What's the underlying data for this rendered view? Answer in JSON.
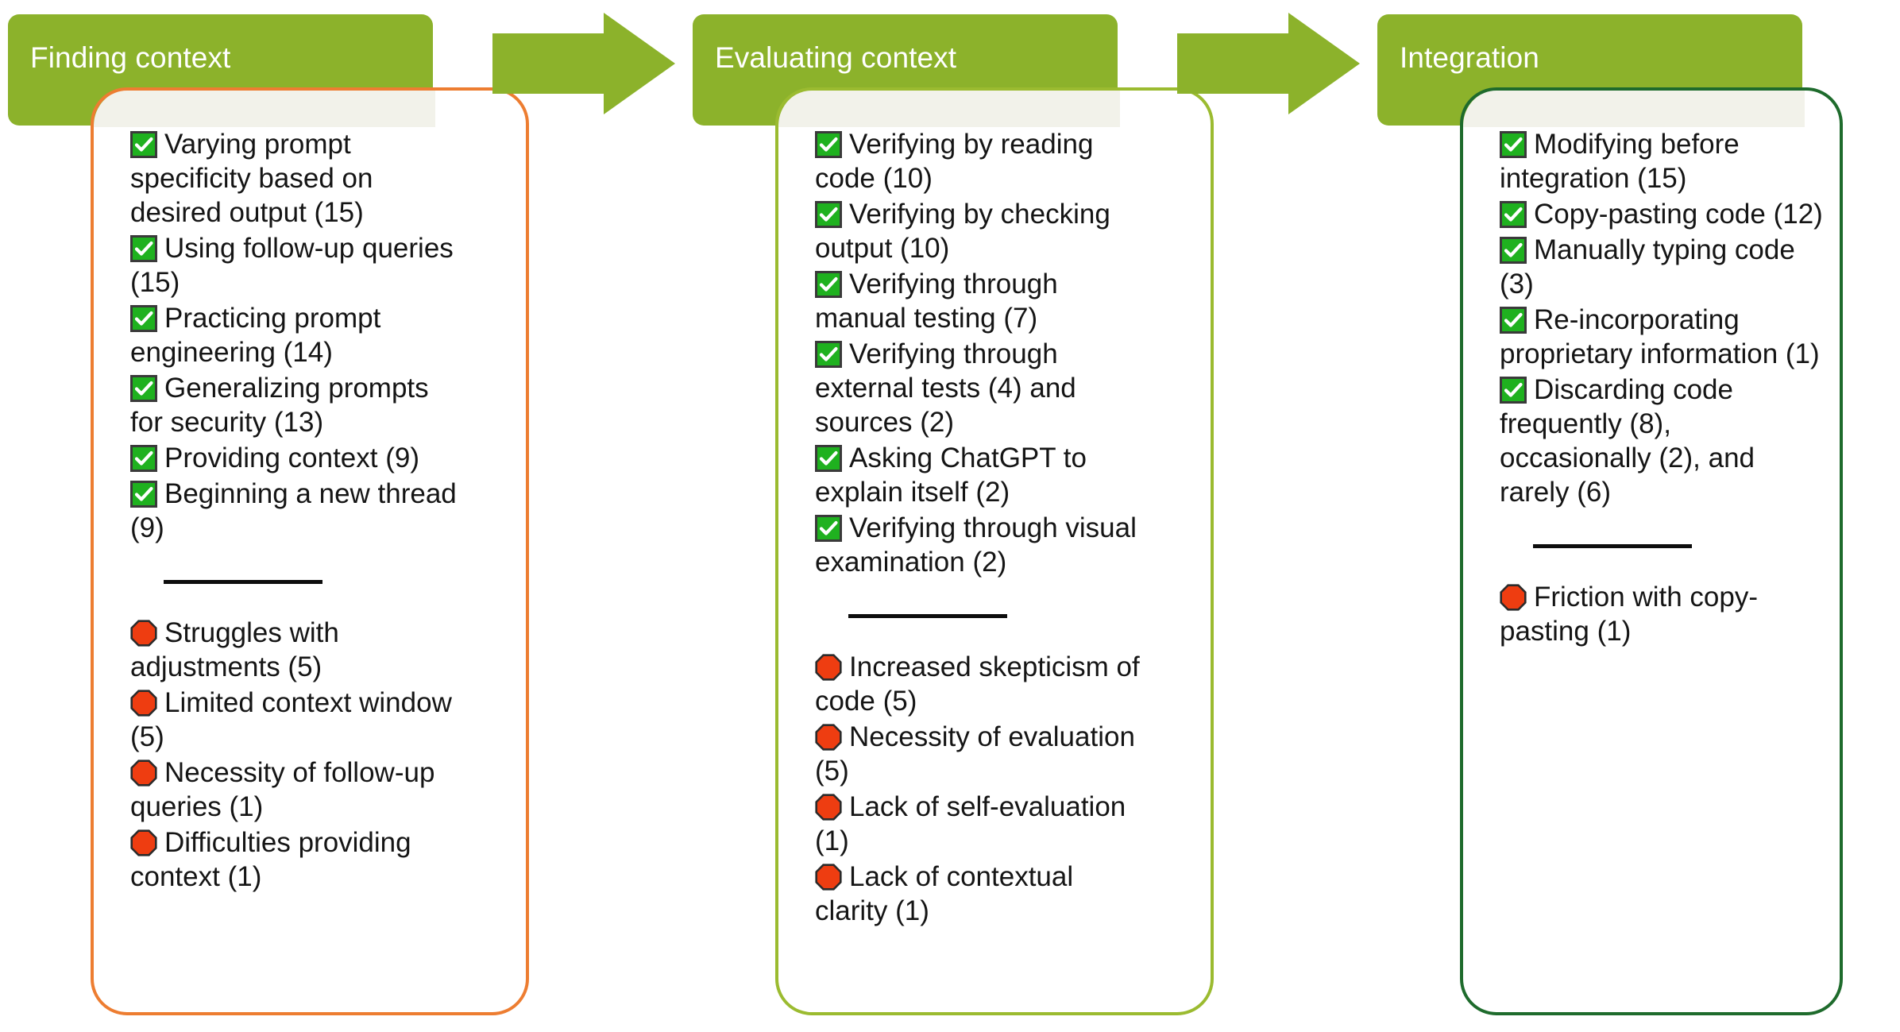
{
  "colors": {
    "banner_green": "#8CB22B",
    "banner_text": "#FFFFFF",
    "card1_border": "#ED7D31",
    "card2_border": "#9BBB30",
    "card3_border": "#1E6B2C",
    "check_green": "#1FB11F",
    "stop_red": "#EE3D11",
    "body_text": "#151515",
    "cream": "#F2F2EA"
  },
  "stages": [
    {
      "title": "Finding context",
      "positives": [
        {
          "icon": "check-icon",
          "text": "Varying prompt specificity based on desired output (15)"
        },
        {
          "icon": "check-icon",
          "text": "Using follow-up queries (15)"
        },
        {
          "icon": "check-icon",
          "text": "Practicing prompt engineering (14)"
        },
        {
          "icon": "check-icon",
          "text": "Generalizing prompts for security (13)"
        },
        {
          "icon": "check-icon",
          "text": "Providing context (9)"
        },
        {
          "icon": "check-icon",
          "text": "Beginning a new thread (9)"
        }
      ],
      "negatives": [
        {
          "icon": "stop-icon",
          "text": "Struggles with adjustments (5)"
        },
        {
          "icon": "stop-icon",
          "text": "Limited context window (5)"
        },
        {
          "icon": "stop-icon",
          "text": "Necessity of follow-up queries (1)"
        },
        {
          "icon": "stop-icon",
          "text": "Difficulties providing context (1)"
        }
      ]
    },
    {
      "title": "Evaluating context",
      "positives": [
        {
          "icon": "check-icon",
          "text": "Verifying by reading code (10)"
        },
        {
          "icon": "check-icon",
          "text": "Verifying by checking output (10)"
        },
        {
          "icon": "check-icon",
          "text": "Verifying through manual testing (7)"
        },
        {
          "icon": "check-icon",
          "text": "Verifying through external tests (4) and sources (2)"
        },
        {
          "icon": "check-icon",
          "text": "Asking ChatGPT to explain itself (2)"
        },
        {
          "icon": "check-icon",
          "text": "Verifying through visual examination (2)"
        }
      ],
      "negatives": [
        {
          "icon": "stop-icon",
          "text": "Increased skepticism of code (5)"
        },
        {
          "icon": "stop-icon",
          "text": "Necessity of evaluation (5)"
        },
        {
          "icon": "stop-icon",
          "text": "Lack of self-evaluation (1)"
        },
        {
          "icon": "stop-icon",
          "text": "Lack of contextual clarity (1)"
        }
      ]
    },
    {
      "title": "Integration",
      "positives": [
        {
          "icon": "check-icon",
          "text": "Modifying before integration (15)"
        },
        {
          "icon": "check-icon",
          "text": "Copy-pasting code (12)"
        },
        {
          "icon": "check-icon",
          "text": "Manually typing code (3)"
        },
        {
          "icon": "check-icon",
          "text": "Re-incorporating proprietary information (1)"
        },
        {
          "icon": "check-icon",
          "text": "Discarding code frequently (8), occasionally (2), and rarely (6)"
        }
      ],
      "negatives": [
        {
          "icon": "stop-icon",
          "text": "Friction with copy-pasting (1)"
        }
      ]
    }
  ],
  "arrows": [
    {
      "name": "flow-arrow-1",
      "direction": "right"
    },
    {
      "name": "flow-arrow-2",
      "direction": "right"
    }
  ]
}
